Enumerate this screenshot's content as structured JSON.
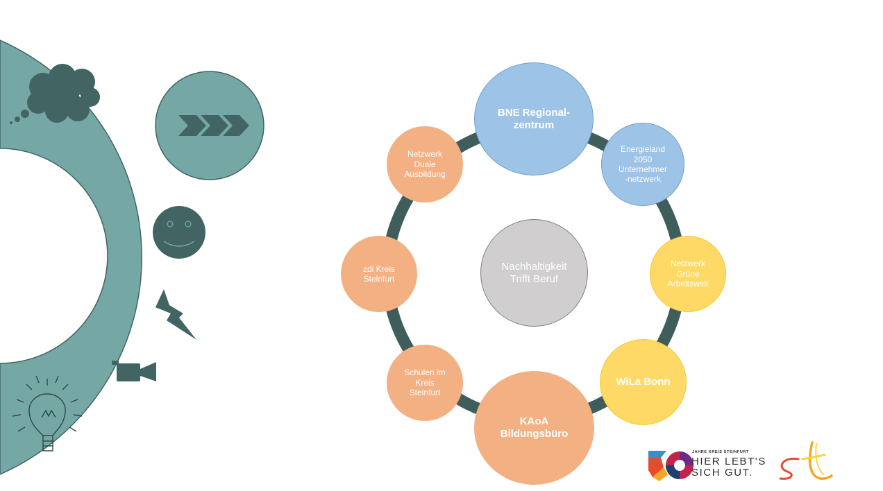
{
  "colors": {
    "ring_fill": "#75a8a4",
    "ring_stroke": "#3f6461",
    "icon_dark": "#426563",
    "connector": "#3f5e5b",
    "orange": "#f3b083",
    "blue": "#9dc3e6",
    "yellow": "#ffd966",
    "gray": "#d0cece"
  },
  "icons": [
    "thought-cloud-icon",
    "forward-arrows-icon",
    "smiley-icon",
    "lightning-icon",
    "video-camera-icon",
    "light-bulb-icon"
  ],
  "diagram": {
    "center": {
      "label": "Nachhaltigkeit\nTrifft Beruf"
    },
    "nodes": [
      {
        "id": "bne",
        "label": "BNE Regional-\nzentrum"
      },
      {
        "id": "energieland",
        "label": "Energieland\n2050\nUnternehmer\n-netzwerk"
      },
      {
        "id": "gruene",
        "label": "Netzwerk\nGrüne\nArbeitswelt"
      },
      {
        "id": "wila",
        "label": "WiLa Bonn"
      },
      {
        "id": "kaoa",
        "label": "KAoA\nBildungsbüro"
      },
      {
        "id": "schulen",
        "label": "Schulen im\nKreis\nSteinfurt"
      },
      {
        "id": "zdi",
        "label": "zdi Kreis\nSteinfurt"
      },
      {
        "id": "duale",
        "label": "Netzwerk\nDuale\nAusbildung"
      }
    ]
  },
  "logo": {
    "tagline": "JAHRE KREIS STEINFURT",
    "line1": "HIER LEBT'S",
    "line2": "SICH GUT."
  }
}
